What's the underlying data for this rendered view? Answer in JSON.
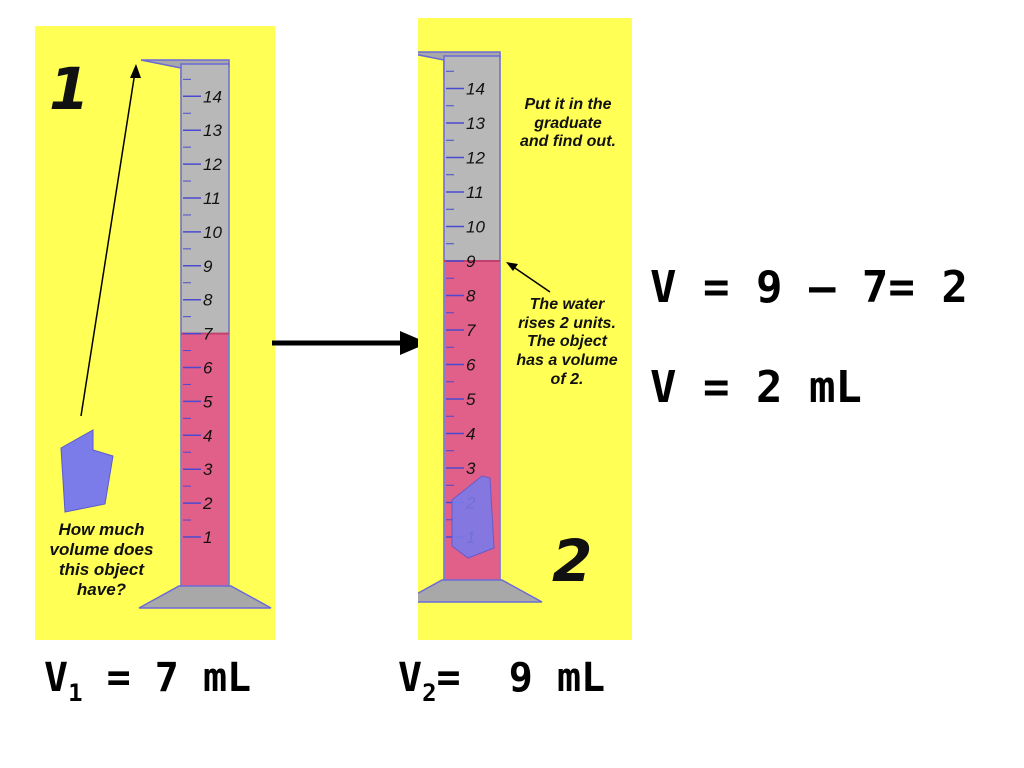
{
  "panel1": {
    "step": "1",
    "ticks": [
      "1",
      "2",
      "3",
      "4",
      "5",
      "6",
      "7",
      "8",
      "9",
      "10",
      "11",
      "12",
      "13",
      "14"
    ],
    "water_level": 7,
    "caption": [
      "How much",
      "volume does",
      "this object",
      "have?"
    ]
  },
  "panel2": {
    "step": "2",
    "ticks": [
      "1",
      "2",
      "3",
      "4",
      "5",
      "6",
      "7",
      "8",
      "9",
      "10",
      "11",
      "12",
      "13",
      "14"
    ],
    "water_level": 9,
    "caption_top": [
      "Put it in the",
      "graduate",
      "and find out."
    ],
    "caption_mid": [
      "The water",
      "rises 2 units.",
      "The object",
      "has a volume",
      "of 2."
    ]
  },
  "equations": {
    "calc": "V = 9 – 7= 2",
    "result": "V = 2 mL",
    "v1_letter": "V",
    "v1_sub": "1",
    "v1_rest": " = 7 mL",
    "v2_letter": "V",
    "v2_sub": "2",
    "v2_rest": "=  9 mL"
  },
  "colors": {
    "panel_bg": "#ffff55",
    "cylinder_glass": "#b8b8b8",
    "water": "#e0608a",
    "object": "#7b7bea",
    "tick_line": "#4a4ad0"
  },
  "icons": [
    "object-shape-icon",
    "arrow-right-icon",
    "pointer-arrow-icon"
  ]
}
